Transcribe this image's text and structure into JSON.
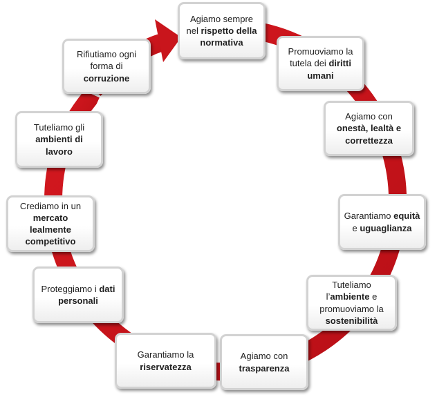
{
  "diagram": {
    "ring_color": "#c9151c",
    "steps": [
      {
        "parts": [
          {
            "t": "Agiamo sempre nel ",
            "b": false
          },
          {
            "t": "rispetto della normativa",
            "b": true
          }
        ]
      },
      {
        "parts": [
          {
            "t": "Promuoviamo la tutela dei ",
            "b": false
          },
          {
            "t": "diritti umani",
            "b": true
          }
        ]
      },
      {
        "parts": [
          {
            "t": "Agiamo con ",
            "b": false
          },
          {
            "t": "onestà, lealtà e correttezza",
            "b": true
          }
        ]
      },
      {
        "parts": [
          {
            "t": "Garantiamo ",
            "b": false
          },
          {
            "t": "equità",
            "b": true
          },
          {
            "t": " e ",
            "b": false
          },
          {
            "t": "uguaglianza",
            "b": true
          }
        ]
      },
      {
        "parts": [
          {
            "t": "Tuteliamo l’",
            "b": false
          },
          {
            "t": "ambiente",
            "b": true
          },
          {
            "t": " e promuoviamo la ",
            "b": false
          },
          {
            "t": "sostenibilità",
            "b": true
          }
        ]
      },
      {
        "parts": [
          {
            "t": "Agiamo con ",
            "b": false
          },
          {
            "t": "trasparenza",
            "b": true
          }
        ]
      },
      {
        "parts": [
          {
            "t": "Garantiamo la ",
            "b": false
          },
          {
            "t": "riservatezza",
            "b": true
          }
        ]
      },
      {
        "parts": [
          {
            "t": "Proteggiamo i ",
            "b": false
          },
          {
            "t": "dati personali",
            "b": true
          }
        ]
      },
      {
        "parts": [
          {
            "t": "Crediamo in un ",
            "b": false
          },
          {
            "t": "mercato lealmente competitivo",
            "b": true
          }
        ]
      },
      {
        "parts": [
          {
            "t": "Tuteliamo gli ",
            "b": false
          },
          {
            "t": "ambienti di lavoro",
            "b": true
          }
        ]
      },
      {
        "parts": [
          {
            "t": "Rifiutiamo ogni forma di ",
            "b": false
          },
          {
            "t": "corruzione",
            "b": true
          }
        ]
      }
    ]
  }
}
